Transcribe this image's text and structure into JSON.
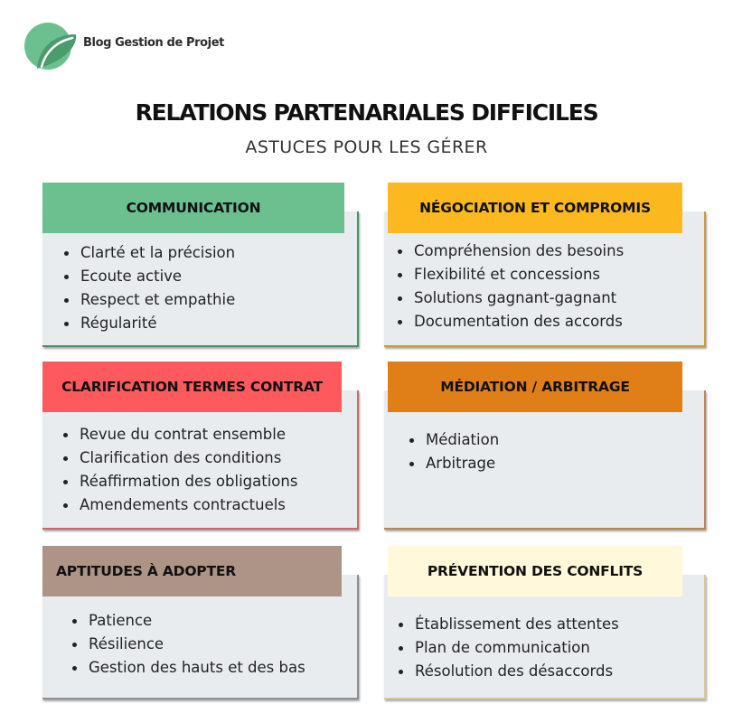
{
  "header": {
    "brand": "Blog Gestion de Projet",
    "title": "RELATIONS PARTENARIALES DIFFICILES",
    "subtitle": "ASTUCES POUR LES GÉRER"
  },
  "cards": [
    {
      "title": "COMMUNICATION",
      "color": "#6cc08f",
      "border": "#4f8f68",
      "items": [
        "Clarté et la précision",
        "Ecoute active",
        "Respect et empathie",
        "Régularité"
      ]
    },
    {
      "title": "NÉGOCIATION ET COMPROMIS",
      "color": "#fbb81f",
      "border": "#c99a3a",
      "items": [
        "Compréhension des besoins",
        "Flexibilité et concessions",
        "Solutions gagnant-gagnant",
        "Documentation des accords"
      ]
    },
    {
      "title": "CLARIFICATION TERMES CONTRAT",
      "color": "#fe5a5e",
      "border": "#c86a6a",
      "items": [
        "Revue du contrat ensemble",
        "Clarification des conditions",
        "Réaffirmation des obligations",
        "Amendements contractuels"
      ]
    },
    {
      "title": "MÉDIATION / ARBITRAGE",
      "color": "#e07f17",
      "border": "#b9884a",
      "items": [
        "Médiation",
        "Arbitrage"
      ]
    },
    {
      "title": "APTITUDES À ADOPTER",
      "color": "#ad9486",
      "border": "#8f8f8f",
      "items": [
        "Patience",
        "Résilience",
        "Gestion des hauts et des bas"
      ]
    },
    {
      "title": "PRÉVENTION DES CONFLITS",
      "color": "#fff8db",
      "border": "#d8c79a",
      "items": [
        "Établissement des attentes",
        "Plan de communication",
        "Résolution des désaccords"
      ]
    }
  ]
}
